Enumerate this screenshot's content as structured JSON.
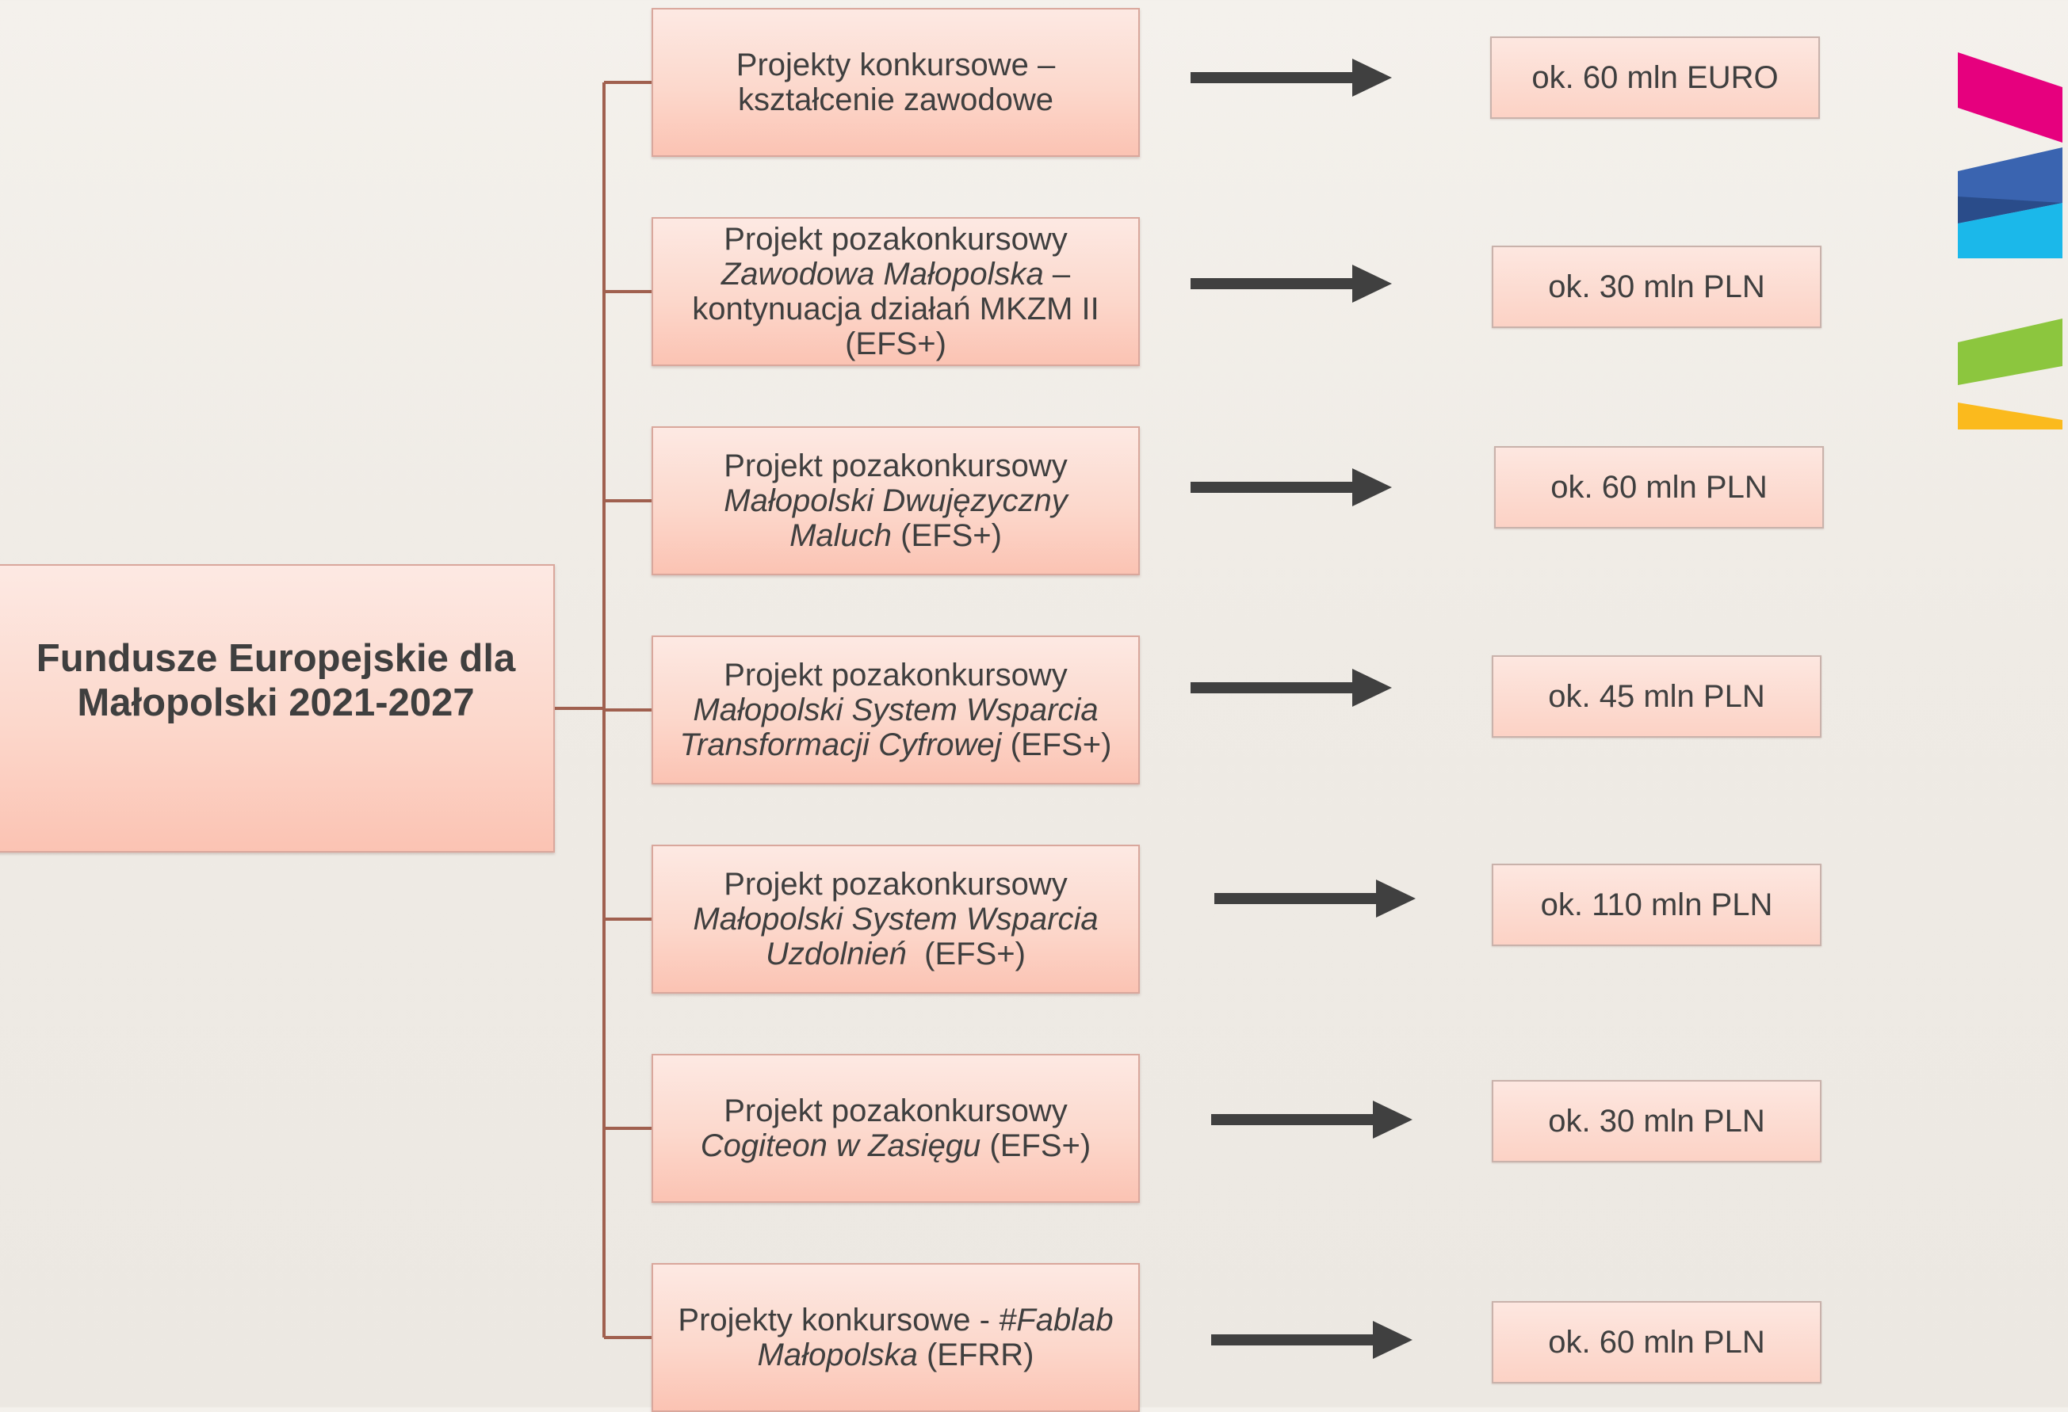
{
  "root": {
    "line1": "Fundusze Europejskie dla",
    "line2": "Małopolski 2021-2027"
  },
  "projects": [
    {
      "lines": [
        [
          {
            "t": "Projekty konkursowe –",
            "i": false
          }
        ],
        [
          {
            "t": "kształcenie zawodowe",
            "i": false
          }
        ]
      ],
      "value": "ok. 60 mln EURO"
    },
    {
      "lines": [
        [
          {
            "t": "Projekt pozakonkursowy",
            "i": false
          }
        ],
        [
          {
            "t": "Zawodowa Małopolska",
            "i": true
          },
          {
            "t": " –",
            "i": false
          }
        ],
        [
          {
            "t": "kontynuacja działań MKZM II",
            "i": false
          }
        ],
        [
          {
            "t": "(EFS+)",
            "i": false
          }
        ]
      ],
      "value": "ok. 30 mln PLN"
    },
    {
      "lines": [
        [
          {
            "t": "Projekt pozakonkursowy",
            "i": false
          }
        ],
        [
          {
            "t": "Małopolski Dwujęzyczny",
            "i": true
          }
        ],
        [
          {
            "t": "Maluch",
            "i": true
          },
          {
            "t": " (EFS+)",
            "i": false
          }
        ]
      ],
      "value": "ok. 60 mln PLN"
    },
    {
      "lines": [
        [
          {
            "t": "Projekt pozakonkursowy",
            "i": false
          }
        ],
        [
          {
            "t": "Małopolski System Wsparcia",
            "i": true
          }
        ],
        [
          {
            "t": "Transformacji Cyfrowej",
            "i": true
          },
          {
            "t": " (EFS+)",
            "i": false
          }
        ]
      ],
      "value": "ok. 45 mln PLN"
    },
    {
      "lines": [
        [
          {
            "t": "Projekt pozakonkursowy",
            "i": false
          }
        ],
        [
          {
            "t": "Małopolski System Wsparcia",
            "i": true
          }
        ],
        [
          {
            "t": "Uzdolnień",
            "i": true
          },
          {
            "t": "  (EFS+)",
            "i": false
          }
        ]
      ],
      "value": "ok. 110 mln PLN"
    },
    {
      "lines": [
        [
          {
            "t": "Projekt pozakonkursowy",
            "i": false
          }
        ],
        [
          {
            "t": "Cogiteon w Zasięgu",
            "i": true
          },
          {
            "t": " (EFS+)",
            "i": false
          }
        ]
      ],
      "value": "ok. 30 mln PLN"
    },
    {
      "lines": [
        [
          {
            "t": "Projekty konkursowe - ",
            "i": false
          },
          {
            "t": "#Fablab",
            "i": true
          }
        ],
        [
          {
            "t": "Małopolska",
            "i": true
          },
          {
            "t": " (EFRR)",
            "i": false
          }
        ]
      ],
      "value": "ok. 60 mln PLN"
    }
  ],
  "colors": {
    "connector": "#a0604f",
    "arrow": "#404040",
    "logo_magenta": "#e6007e",
    "logo_blue": "#3a64b0",
    "logo_navy": "#2a4c8a",
    "logo_cyan": "#0fb4ea",
    "logo_green": "#8cc63e",
    "logo_yellow": "#fbba1d"
  },
  "icons": [
    "right-arrow-icon",
    "malopolska-logo-icon"
  ]
}
